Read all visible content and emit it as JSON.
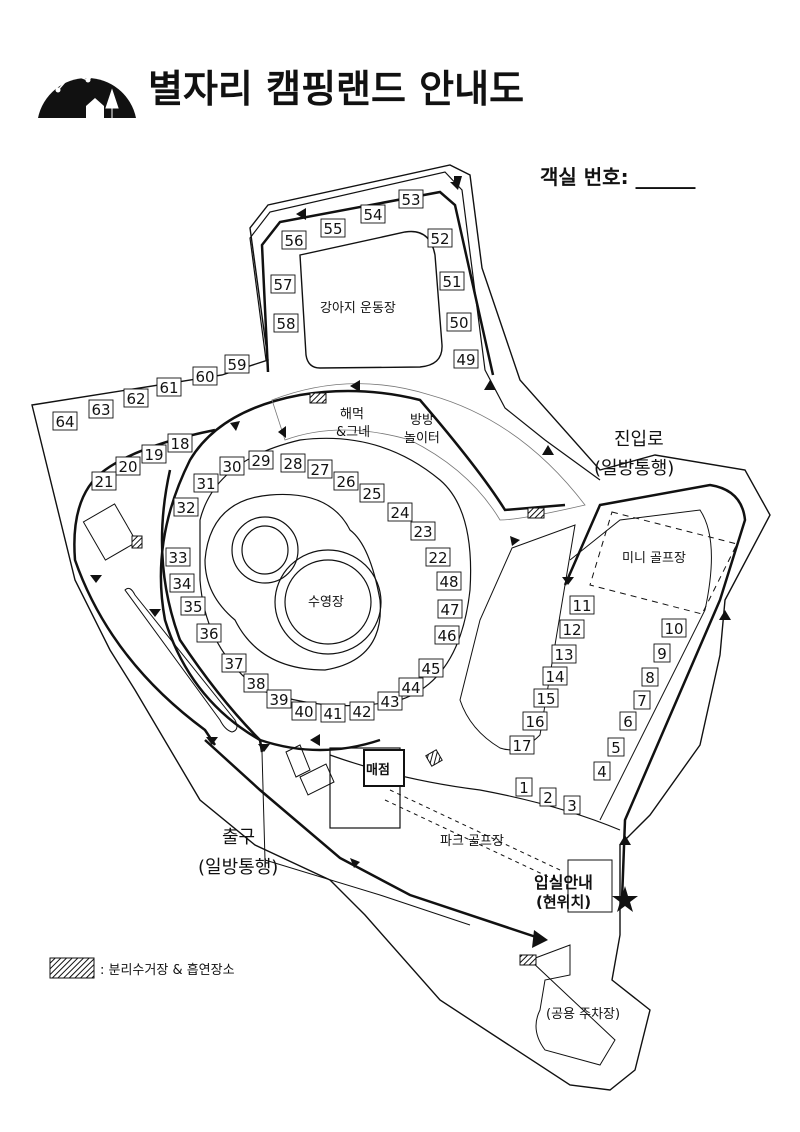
{
  "header": {
    "title": "별자리 캠핑랜드 안내도",
    "room_label": "객실 번호: ______"
  },
  "places": {
    "dog_playground": "강아지 운동장",
    "hammock_1": "해먹",
    "hammock_2": "&그네",
    "bounce_1": "방방",
    "bounce_2": "놀이터",
    "pool": "수영장",
    "mini_golf": "미니 골프장",
    "park_golf": "파크 골프장",
    "store": "매점",
    "info_1": "입실안내",
    "info_2": "(현위치)",
    "parking": "(공용 주차장)"
  },
  "entrance": {
    "line1": "진입로",
    "line2": "(일방통행)"
  },
  "exit": {
    "line1": "출구",
    "line2": "(일방통행)"
  },
  "legend": {
    "text": ": 분리수거장 & 흡연장소"
  },
  "sites": [
    "1",
    "2",
    "3",
    "4",
    "5",
    "6",
    "7",
    "8",
    "9",
    "10",
    "11",
    "12",
    "13",
    "14",
    "15",
    "16",
    "17",
    "18",
    "19",
    "20",
    "21",
    "22",
    "23",
    "24",
    "25",
    "26",
    "27",
    "28",
    "29",
    "30",
    "31",
    "32",
    "33",
    "34",
    "35",
    "36",
    "37",
    "38",
    "39",
    "40",
    "41",
    "42",
    "43",
    "44",
    "45",
    "46",
    "47",
    "48",
    "49",
    "50",
    "51",
    "52",
    "53",
    "54",
    "55",
    "56",
    "57",
    "58",
    "59",
    "60",
    "61",
    "62",
    "63",
    "64"
  ],
  "colors": {
    "ink": "#111111",
    "bg": "#ffffff"
  },
  "icons": [
    "constellation-logo-icon",
    "recycling-hatch-icon",
    "current-location-star-icon",
    "direction-arrow-icon"
  ]
}
